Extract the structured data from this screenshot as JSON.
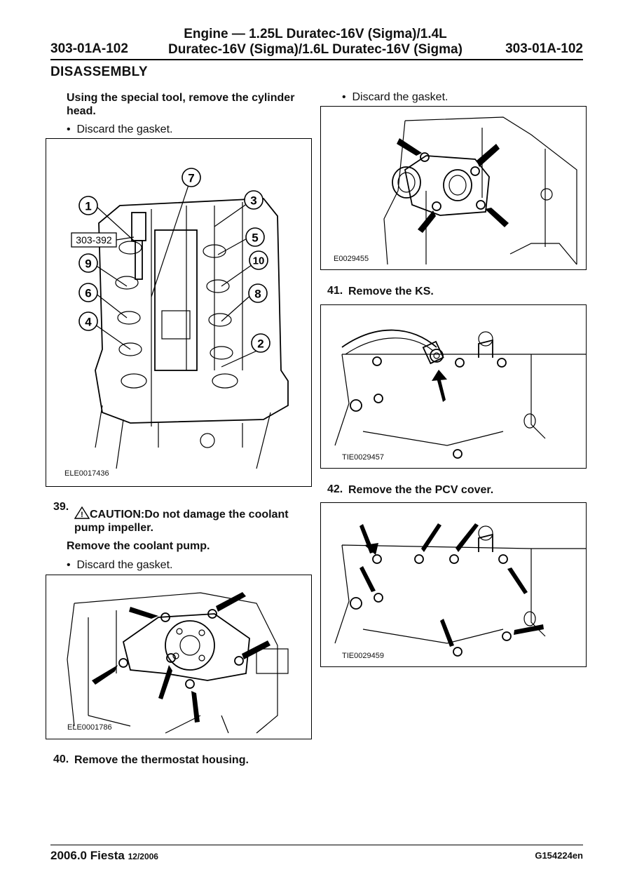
{
  "header": {
    "title_line1": "Engine — 1.25L Duratec-16V (Sigma)/1.4L",
    "title_line2": "Duratec-16V (Sigma)/1.6L Duratec-16V (Sigma)",
    "code_left": "303-01A-102",
    "code_right": "303-01A-102"
  },
  "section_title": "DISASSEMBLY",
  "left": {
    "step_cylinder_head": "Using the special tool, remove the cylinder head.",
    "bullet_gasket_1": "Discard the gasket.",
    "figure1": {
      "id": "ELE0017436",
      "tool_label": "303-392",
      "callouts": [
        "1",
        "2",
        "3",
        "4",
        "5",
        "6",
        "7",
        "8",
        "9",
        "10"
      ]
    },
    "step39": {
      "number": "39.",
      "caution": "CAUTION:Do not damage the coolant pump impeller.",
      "instruction": "Remove the coolant pump.",
      "bullet": "Discard the gasket."
    },
    "figure2": {
      "id": "ELE0001786"
    },
    "step40": {
      "number": "40.",
      "text": "Remove the thermostat housing."
    }
  },
  "right": {
    "bullet_gasket_2": "Discard the gasket.",
    "figure3": {
      "id": "E0029455"
    },
    "step41": {
      "number": "41.",
      "text": "Remove the KS."
    },
    "figure4": {
      "id": "TIE0029457"
    },
    "step42": {
      "number": "42.",
      "text": "Remove the the PCV cover."
    },
    "figure5": {
      "id": "TIE0029459"
    }
  },
  "footer": {
    "model": "2006.0 Fiesta",
    "date": "12/2006",
    "doc_code": "G154224en"
  }
}
